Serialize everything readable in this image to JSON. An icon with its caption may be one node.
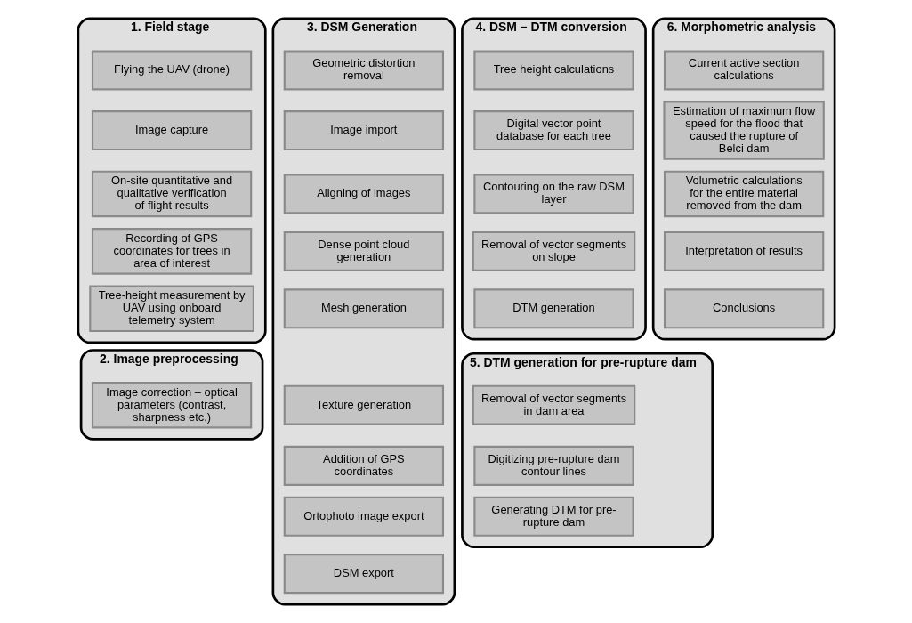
{
  "diagram": {
    "nodes": [
      {
        "text": [
          "1. Field stage"
        ]
      },
      {
        "text": [
          "Flying the UAV (drone)"
        ],
        "in": 0
      },
      {
        "text": [
          "Image capture"
        ],
        "in": 0
      },
      {
        "text": [
          "On-site quantitative and qualitative verification of flight results"
        ],
        "in": 0
      },
      {
        "text": [
          "Recording of GPS coordinates for trees in area of interest"
        ],
        "in": 0
      },
      {
        "text": [
          "Tree-height measurement by UAV using onboard telemetry system"
        ],
        "in": 0
      },
      {
        "text": [
          "2. Image preprocessing"
        ]
      },
      {
        "text": [
          "Image correction – optical parameters (contrast, sharpness etc.)"
        ],
        "in": 6
      },
      {
        "text": [
          "3. DSM Generation"
        ]
      },
      {
        "text": [
          "Geometric distortion removal"
        ],
        "in": 8
      },
      {
        "text": [
          "Image import"
        ],
        "in": 8
      },
      {
        "text": [
          "Aligning of images"
        ],
        "in": 8
      },
      {
        "text": [
          "Dense point cloud generation"
        ],
        "in": 8
      },
      {
        "text": [
          "Mesh generation"
        ],
        "in": 8
      },
      {
        "text": [
          "Texture generation"
        ],
        "in": 8
      },
      {
        "text": [
          "Addition of GPS coordinates"
        ],
        "in": 8
      },
      {
        "text": [
          "Ortophoto image export"
        ],
        "in": 8
      },
      {
        "text": [
          "DSM export"
        ],
        "in": 8
      },
      {
        "text": [
          "4. DSM – DTM conversion"
        ]
      },
      {
        "text": [
          "Tree height calculations"
        ],
        "in": 18
      },
      {
        "text": [
          "Digital vector point database for each tree"
        ],
        "in": 18
      },
      {
        "text": [
          "Contouring on the raw DSM layer"
        ],
        "in": 18
      },
      {
        "text": [
          "Removal of vector segments on slope"
        ],
        "in": 18
      },
      {
        "text": [
          "DTM generation"
        ],
        "in": 18
      },
      {
        "text": [
          "5. DTM generation for pre-rupture dam"
        ]
      },
      {
        "text": [
          "Removal of vector segments in dam area"
        ],
        "in": 24
      },
      {
        "text": [
          "Digitizing pre-rupture dam contour lines"
        ],
        "in": 24
      },
      {
        "text": [
          "Generating DTM for pre-rupture dam"
        ],
        "in": 24
      },
      {
        "text": [
          "6. Morphometric analysis"
        ]
      },
      {
        "text": [
          "Current active section calculations"
        ],
        "in": 28
      },
      {
        "text": [
          "Estimation of maximum flow speed for the flood that caused the rupture of Belci dam"
        ],
        "in": 28
      },
      {
        "text": [
          "Volumetric calculations for the entire material removed from the dam"
        ],
        "in": 28
      },
      {
        "text": [
          "Interpretation of results"
        ],
        "in": 28
      },
      {
        "text": [
          "Conclusions"
        ],
        "in": 28
      }
    ],
    "edges": []
  }
}
